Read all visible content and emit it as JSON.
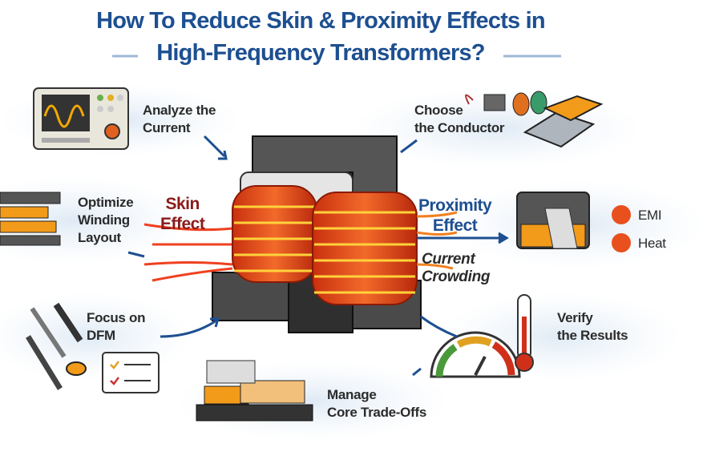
{
  "title": {
    "line1": "How To Reduce Skin & Proximity Effects in",
    "line2": "High-Frequency Transformers?"
  },
  "steps": {
    "analyze": [
      "Analyze the",
      "Current"
    ],
    "conductor": [
      "Choose",
      "the Conductor"
    ],
    "winding": [
      "Optimize",
      "Winding",
      "Layout"
    ],
    "dfm": [
      "Focus on",
      "DFM"
    ],
    "verify": [
      "Verify",
      "the Results"
    ],
    "core": [
      "Manage",
      "Core Trade-Offs"
    ]
  },
  "effects": {
    "skin": [
      "Skin",
      "Effect"
    ],
    "proximity": [
      "Proximity",
      "Effect"
    ],
    "crowding": [
      "Current",
      "Crowding"
    ],
    "emi": "EMI",
    "heat": "Heat"
  },
  "colors": {
    "title": "#1d4f91",
    "skin": "#8b1a1a",
    "proximity": "#1d4f91",
    "copper": "#e8501e",
    "bubble": "#e3edf6"
  }
}
